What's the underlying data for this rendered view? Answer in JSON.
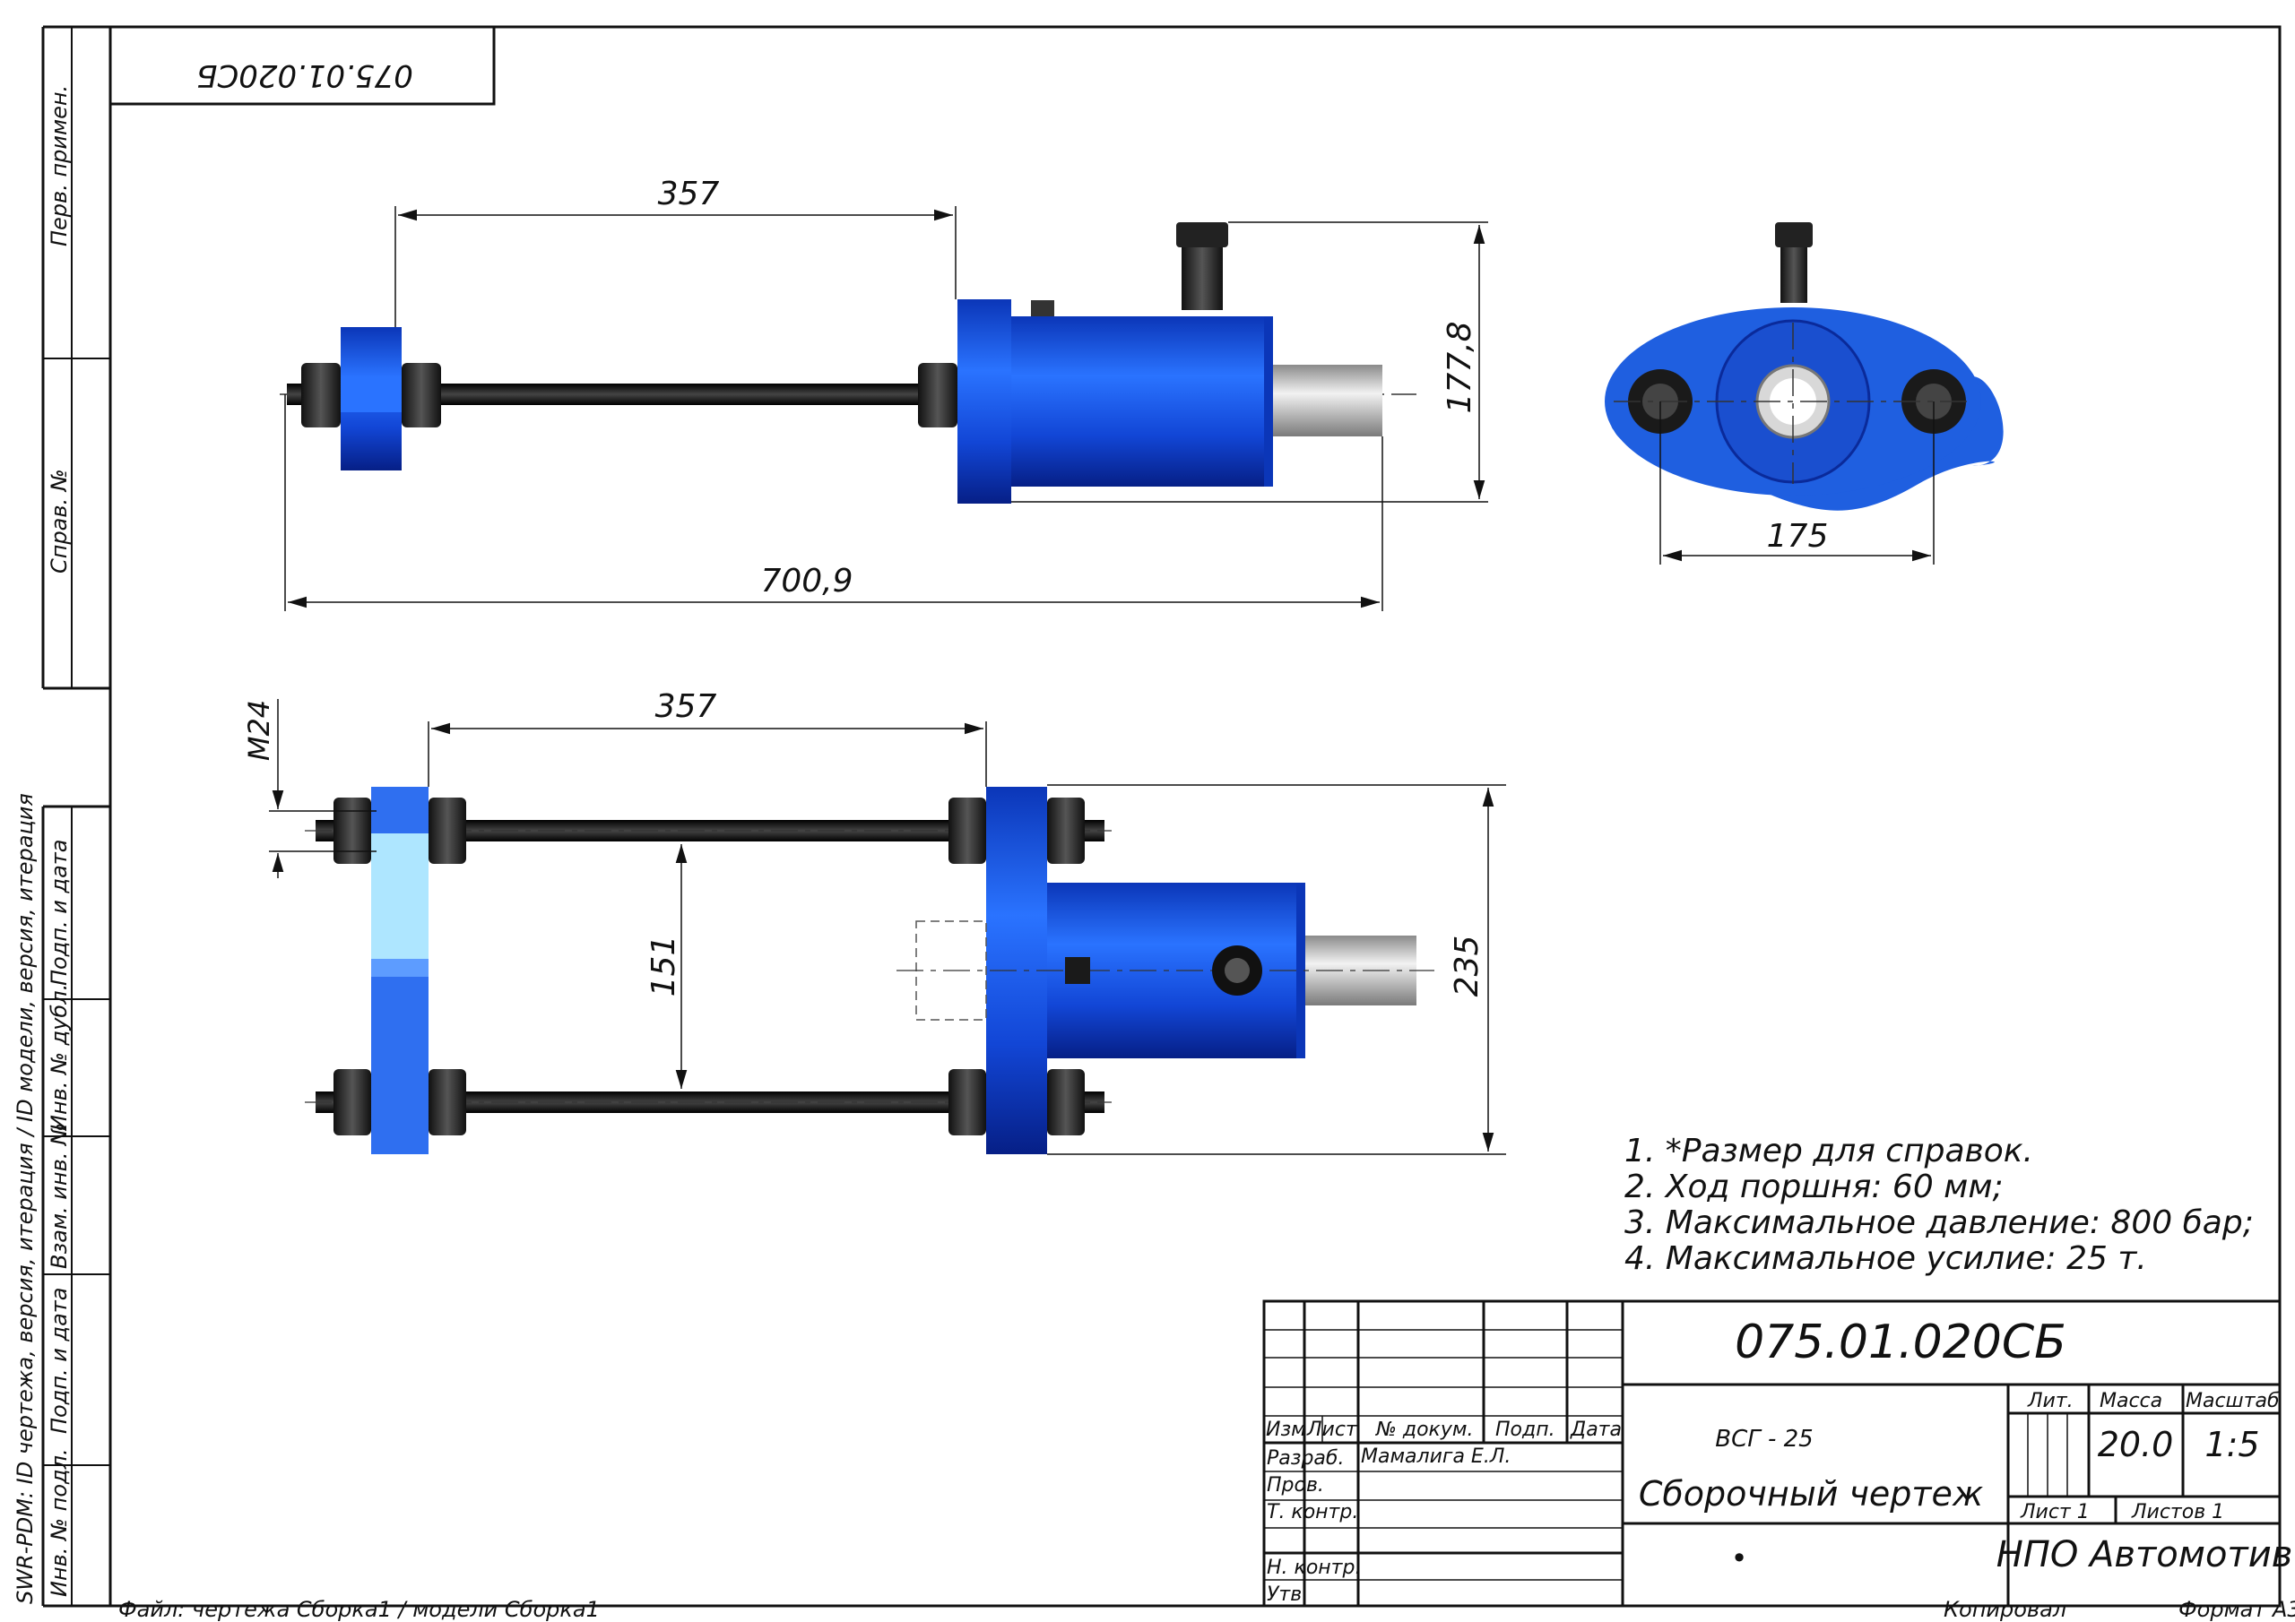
{
  "sheet": {
    "designation_mirrored": "075.01.020СБ",
    "designation": "075.01.020СБ",
    "product_name": "ВСГ - 25",
    "doc_title": "Сборочный чертеж",
    "organization": "НПО Автомотив",
    "mass": "20.0",
    "scale": "1:5",
    "sheet_label": "Лист 1",
    "sheets_label": "Листов 1",
    "bullet": "•",
    "file_info": "Файл: чертежа Сборка1 / модели Сборка1",
    "copied": "Копировал",
    "format": "Формат А3"
  },
  "title_block": {
    "headers": [
      "Изм",
      "Лист",
      "№ докум.",
      "Подп.",
      "Дата"
    ],
    "roles": [
      "Разраб.",
      "Пров.",
      "Т. контр.",
      "Н. контр.",
      "Утв."
    ],
    "developer_name": "Мамалига Е.Л.",
    "col_lit": "Лит.",
    "col_mass": "Масса",
    "col_scale": "Масштаб"
  },
  "side_stamp": {
    "perv_primen": "Перв. примен.",
    "sprav_no": "Справ. №",
    "podp_data_1": "Подп. и дата",
    "inv_dubl": "Инв. № дубл.",
    "vzam_inv": "Взам. инв. №",
    "podp_data_2": "Подп. и дата",
    "inv_podl": "Инв. № подл.",
    "pdm_text": "SWR-PDM: ID чертежа, версия, итерация / ID модели, версия, итерация"
  },
  "dimensions": {
    "top_length_rod": "357",
    "top_height": "177,8",
    "top_total_length": "700,9",
    "end_view_spacing": "175",
    "bottom_length_rod": "357",
    "bottom_thread": "M24",
    "bottom_rod_spacing": "151",
    "bottom_height": "235"
  },
  "notes": [
    "1.     *Размер для справок.",
    "2. Ход поршня: 60 мм;",
    "3. Максимальное давление: 800 бар;",
    "4. Максимальное усилие: 25 т."
  ],
  "colors": {
    "body_blue": "#1f5fe0",
    "dark_blue": "#0a2a9a",
    "light_blue": "#aee6ff",
    "steel": "#c8c8c8",
    "rod_black": "#1a1a1a",
    "line": "#111111"
  }
}
